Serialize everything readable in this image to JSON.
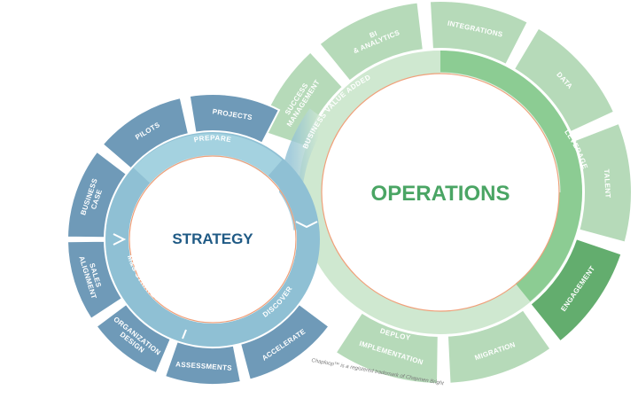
{
  "strategy": {
    "title": "STRATEGY",
    "title_color": "#1f5a85",
    "ring_labels": [
      "PREPARE",
      "M&S STRATEGY",
      "DISCOVER"
    ],
    "segments": [
      "PROJECTS",
      "PILOTS",
      "BUSINESS CASE",
      "SALES ALIGNMENT",
      "ORGANIZATION DESIGN",
      "ASSESSMENTS",
      "ACCELERATE"
    ],
    "colors": {
      "segment": "#6f9ab8",
      "ring": "#8fc0d4",
      "ring_light": "#b3dde8",
      "accent": "#1f5a85"
    }
  },
  "operations": {
    "title": "OPERATIONS",
    "title_color": "#4aa564",
    "ring_labels": [
      "BUSINESS VALUE ADDED",
      "LEVERAGE",
      "DEPLOY"
    ],
    "segments": [
      "SUCCESS MANAGEMENT",
      "BI & ANALYTICS",
      "INTEGRATIONS",
      "DATA",
      "TALENT",
      "ENGAGEMENT",
      "MIGRATION",
      "IMPLEMENTATION"
    ],
    "highlight_segment": "ENGAGEMENT",
    "colors": {
      "segment": "#b6dab9",
      "highlight": "#63ad6e",
      "ring": "#8ccc93",
      "ring_light": "#cfe8d0",
      "circle_border": "#f0a07a"
    }
  },
  "trademark": "Chaploop™ is a registered trademark of Chapmen Bright"
}
